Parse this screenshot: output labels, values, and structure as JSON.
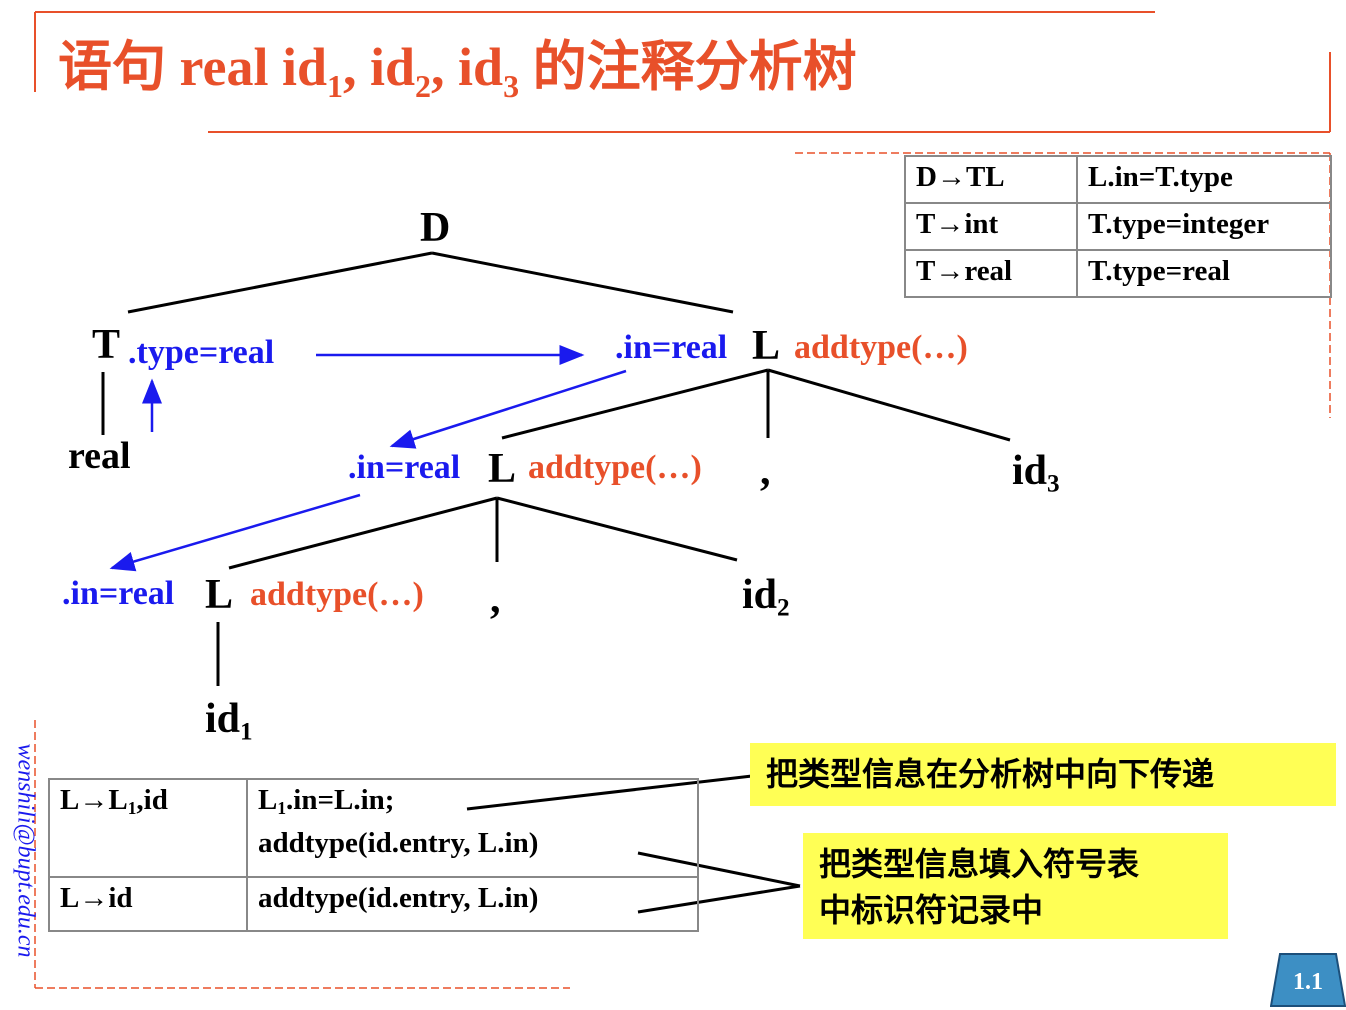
{
  "title": {
    "prefix": "语句 real id",
    "s1": "1",
    "c1": ", id",
    "s2": "2",
    "c2": ", id",
    "s3": "3",
    "suffix": " 的注释分析树"
  },
  "tree": {
    "root": "D",
    "t_node": "T",
    "t_attr": ".type=real",
    "real_leaf": "real",
    "l1": {
      "attr": ".in=real",
      "node": "L",
      "action": "addtype(…)"
    },
    "l2": {
      "attr": ".in=real",
      "node": "L",
      "action": "addtype(…)"
    },
    "l3": {
      "attr": ".in=real",
      "node": "L",
      "action": "addtype(…)"
    },
    "comma": ",",
    "id": "id",
    "id1_sub": "1",
    "id2_sub": "2",
    "id3_sub": "3"
  },
  "rules_table": [
    {
      "production": "D→TL",
      "rule": "L.in=T.type"
    },
    {
      "production": "T→int",
      "rule": "T.type=integer"
    },
    {
      "production": "T→real",
      "rule": "T.type=real"
    }
  ],
  "l_table": {
    "row1_prod_a": "L→L",
    "row1_prod_sub": "1",
    "row1_prod_b": ",id",
    "row1_rule1_a": "L",
    "row1_rule1_sub": "1",
    "row1_rule1_b": ".in=L.in;",
    "row1_rule2": "addtype(id.entry, L.in)",
    "row2_prod": "L→id",
    "row2_rule": "addtype(id.entry, L.in)"
  },
  "notes": {
    "pass_down": "把类型信息在分析树中向下传递",
    "fill_symbol_line1": "把类型信息填入符号表",
    "fill_symbol_line2": "中标识符记录中"
  },
  "email": "wenshili@bupt.edu.cn",
  "page_badge": "1.1",
  "colors": {
    "accent": "#e8502a",
    "blue": "#1a1aee",
    "note_bg": "#ffff55",
    "badge": "#3d8fc4"
  }
}
